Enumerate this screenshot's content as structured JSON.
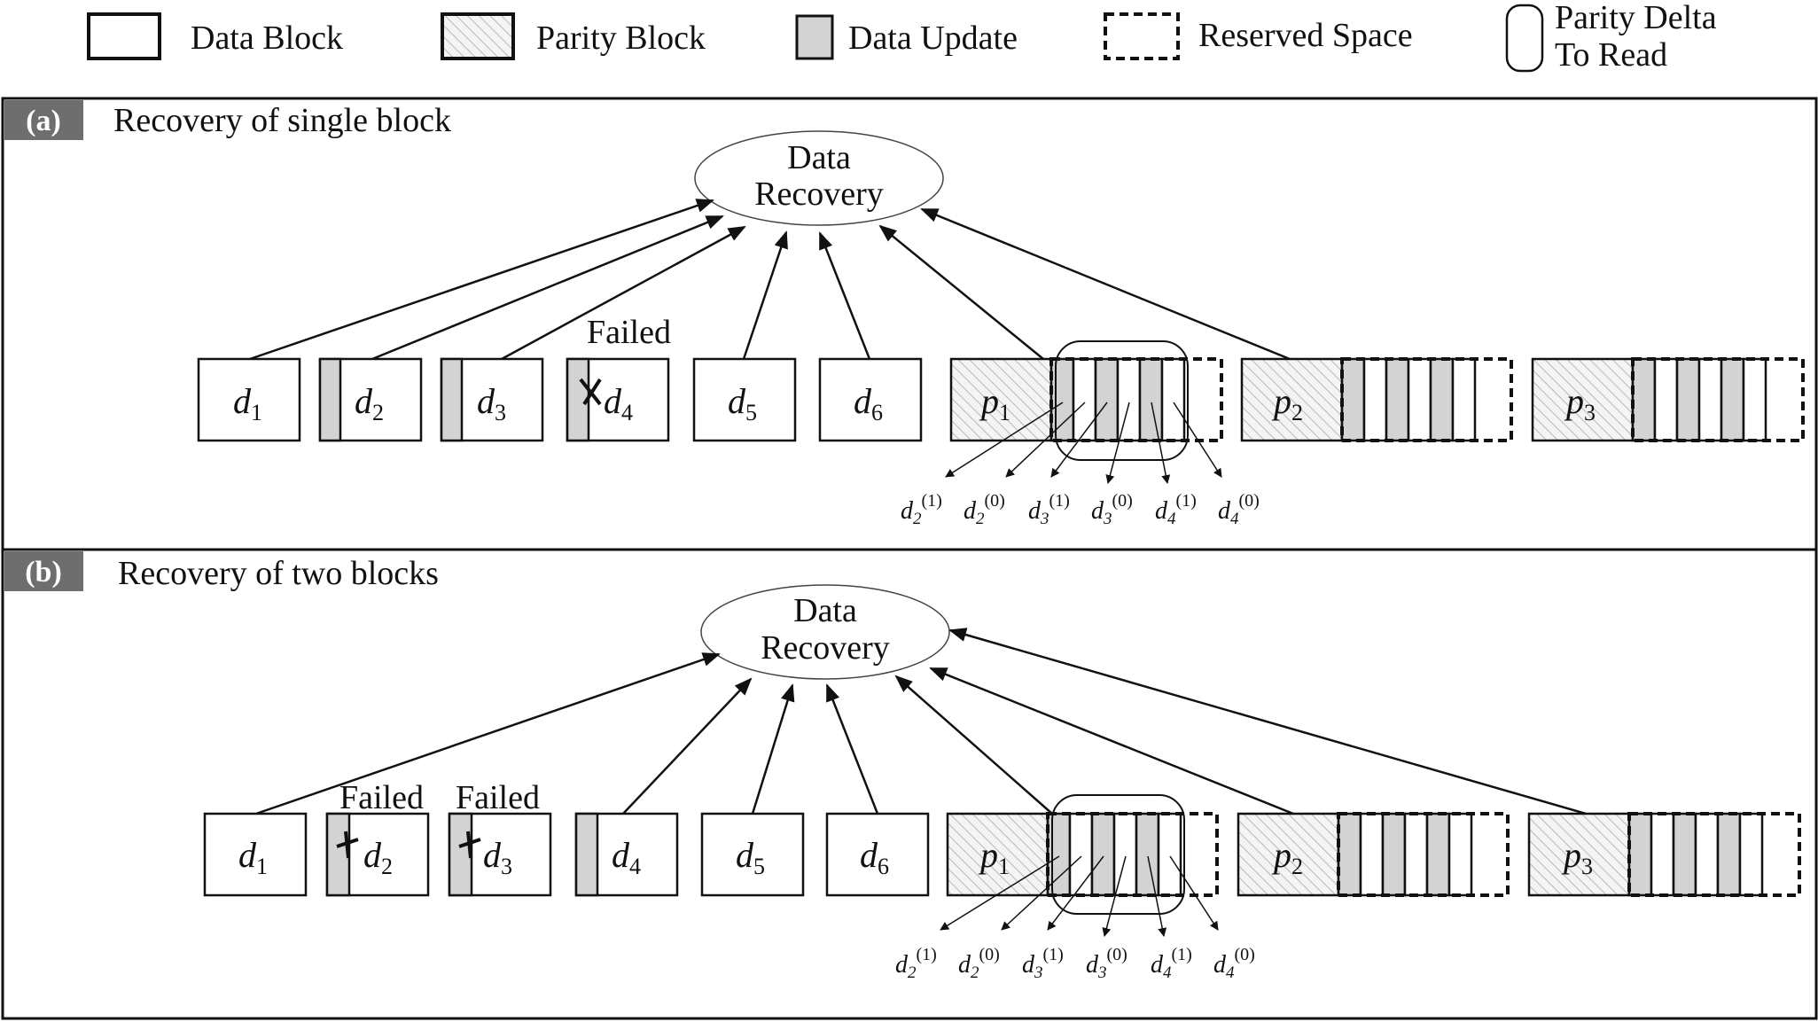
{
  "legend": {
    "data_block": "Data Block",
    "parity_block": "Parity Block",
    "data_update": "Data Update",
    "reserved_space": "Reserved Space",
    "parity_delta_line1": "Parity Delta",
    "parity_delta_line2": "To Read"
  },
  "panel_a": {
    "tag": "(a)",
    "title": "Recovery of single block",
    "recovery_line1": "Data",
    "recovery_line2": "Recovery",
    "failed": "Failed"
  },
  "panel_b": {
    "tag": "(b)",
    "title": "Recovery of two blocks",
    "recovery_line1": "Data",
    "recovery_line2": "Recovery",
    "failed_1": "Failed",
    "failed_2": "Failed"
  },
  "blocks": {
    "data": [
      {
        "name": "d",
        "sub": "1"
      },
      {
        "name": "d",
        "sub": "2"
      },
      {
        "name": "d",
        "sub": "3"
      },
      {
        "name": "d",
        "sub": "4"
      },
      {
        "name": "d",
        "sub": "5"
      },
      {
        "name": "d",
        "sub": "6"
      }
    ],
    "parity": [
      {
        "name": "p",
        "sub": "1"
      },
      {
        "name": "p",
        "sub": "2"
      },
      {
        "name": "p",
        "sub": "3"
      }
    ]
  },
  "deltas": [
    {
      "name": "d",
      "sub": "2",
      "sup": "(1)"
    },
    {
      "name": "d",
      "sub": "2",
      "sup": "(0)"
    },
    {
      "name": "d",
      "sub": "3",
      "sup": "(1)"
    },
    {
      "name": "d",
      "sub": "3",
      "sup": "(0)"
    },
    {
      "name": "d",
      "sub": "4",
      "sup": "(1)"
    },
    {
      "name": "d",
      "sub": "4",
      "sup": "(0)"
    }
  ],
  "colors": {
    "update_fill": "#d3d3d3",
    "tag_fill": "#6e6e6e",
    "hatch": "#b8b8b8",
    "ink": "#111111"
  }
}
